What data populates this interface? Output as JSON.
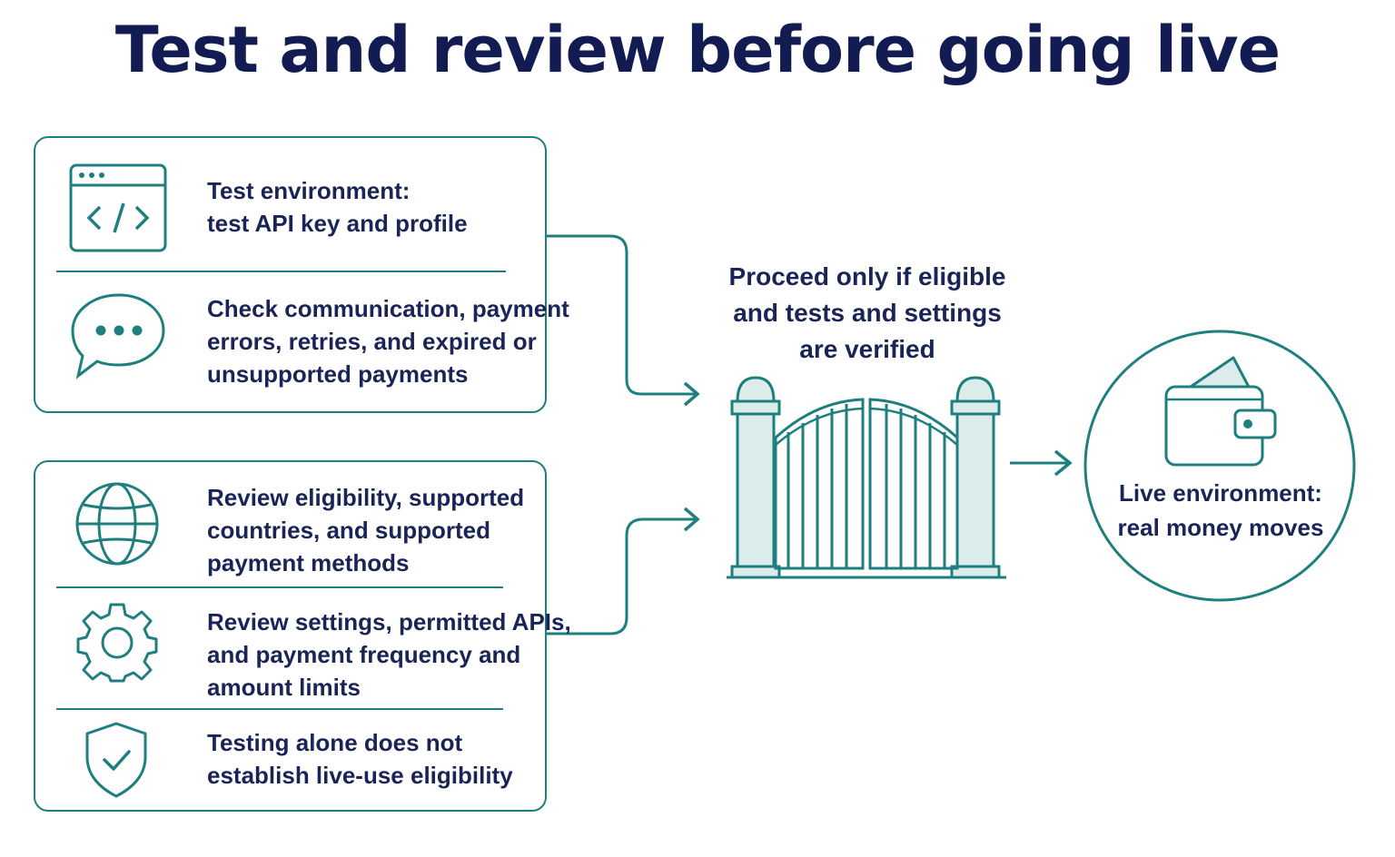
{
  "title": "Test and review before going live",
  "test_box": {
    "items": [
      {
        "icon": "code-window-icon",
        "lines": [
          "Test environment:",
          "test API key and profile"
        ]
      },
      {
        "icon": "chat-bubble-icon",
        "lines": [
          "Check communication, payment",
          "errors, retries, and expired or",
          "unsupported payments"
        ]
      }
    ]
  },
  "review_box": {
    "items": [
      {
        "icon": "globe-icon",
        "lines": [
          "Review eligibility, supported",
          "countries, and supported",
          "payment methods"
        ]
      },
      {
        "icon": "gear-icon",
        "lines": [
          "Review settings, permitted APIs,",
          "and payment frequency and",
          "amount limits"
        ]
      },
      {
        "icon": "shield-check-icon",
        "lines": [
          "Testing alone does not",
          "establish live-use eligibility"
        ]
      }
    ]
  },
  "gate": {
    "icon": "gate-icon",
    "lines": [
      "Proceed only if eligible",
      "and tests and settings",
      "are verified"
    ]
  },
  "live": {
    "icon": "wallet-icon",
    "lines": [
      "Live environment:",
      "real money moves"
    ]
  },
  "colors": {
    "accent": "#1f7f7f",
    "accent_fill": "#dbecea",
    "text": "#1a2456",
    "title": "#131c52"
  }
}
